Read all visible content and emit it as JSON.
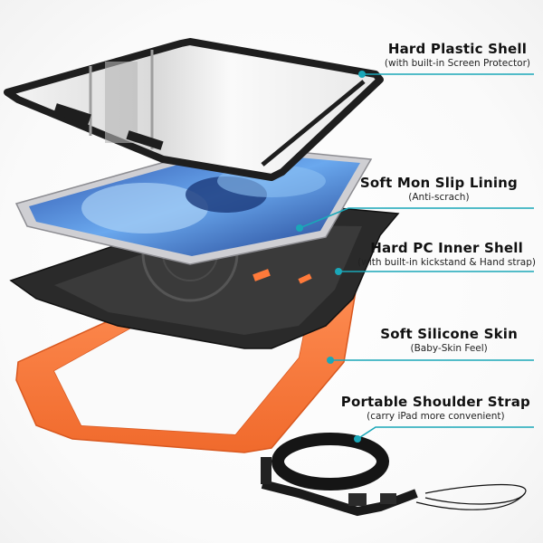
{
  "product": "Rugged iPad Air case exploded view",
  "accent_color": "#1aa7b8",
  "callouts": [
    {
      "title": "Hard Plastic Shell",
      "subtitle": "(with built-in Screen Protector)"
    },
    {
      "title": "Soft Mon Slip Lining",
      "subtitle": "(Anti-scrach)"
    },
    {
      "title": "Hard PC Inner Shell",
      "subtitle": "(with built-in kickstand & Hand strap)"
    },
    {
      "title": "Soft Silicone Skin",
      "subtitle": "(Baby-Skin Feel)"
    },
    {
      "title": "Portable Shoulder Strap",
      "subtitle": "(carry iPad more convenient)"
    }
  ],
  "colors": {
    "shell_black": "#1e1e1e",
    "inner_shell": "#2a2a2a",
    "silicone_orange": "#ff7a3a",
    "ipad_screen": "#4f7fd6",
    "ipad_frame": "#c9c9cc"
  }
}
